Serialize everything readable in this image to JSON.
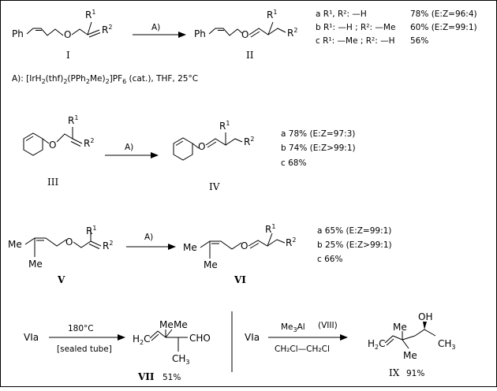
{
  "catalyst_note": {
    "prefix": "A): [IrH",
    "sub1": "2",
    "mid1": "(thf)",
    "sub2": "2",
    "mid2": "(PPh",
    "sub3": "2",
    "mid3": "Me)",
    "sub4": "2",
    "mid4": "]PF",
    "sub5": "6",
    "suffix": " (cat.), THF,  25°C"
  },
  "arrow_label": "A)",
  "row1": {
    "sm_label": "I",
    "prod_label": "II",
    "results": [
      {
        "letter": "a",
        "subst": "R¹, R²: —H",
        "yield": "78%",
        "ratio": "(E:Z=96:4)"
      },
      {
        "letter": "b",
        "subst": "R¹: —H ; R²: —Me",
        "yield": "60%",
        "ratio": "(E:Z=99:1)"
      },
      {
        "letter": "c",
        "subst": "R¹: —Me ; R²: —H",
        "yield": "56%",
        "ratio": ""
      }
    ]
  },
  "row2": {
    "sm_label": "III",
    "prod_label": "IV",
    "results": [
      "a  78% (E:Z=97:3)",
      "b  74% (E:Z>99:1)",
      "c  68%"
    ]
  },
  "row3": {
    "sm_label": "V",
    "prod_label": "VI",
    "results": [
      "a  65% (E:Z=99:1)",
      "b  25% (E:Z>99:1)",
      "c  66%"
    ]
  },
  "atoms": {
    "ph": "Ph",
    "o": "O",
    "r": "R",
    "one": "1",
    "two": "2",
    "me": "Me",
    "h2c_h": "H",
    "h2c_sub": "2",
    "h2c_c": "C",
    "cho": "CHO",
    "ch3_c": "CH",
    "ch3_sub": "3",
    "oh": "OH"
  },
  "bottom_left": {
    "start": "VIa",
    "above_arrow": "180°C",
    "below_arrow": "[sealed tube]",
    "label": "VII",
    "yield": "51%"
  },
  "bottom_right": {
    "start": "VIa",
    "reagent_me": "Me",
    "reagent_sub": "3",
    "reagent_al": "Al",
    "reagent_num": "(VIII)",
    "below_arrow": "CH₂Cl—CH₂Cl",
    "label": "IX",
    "yield": "91%"
  }
}
